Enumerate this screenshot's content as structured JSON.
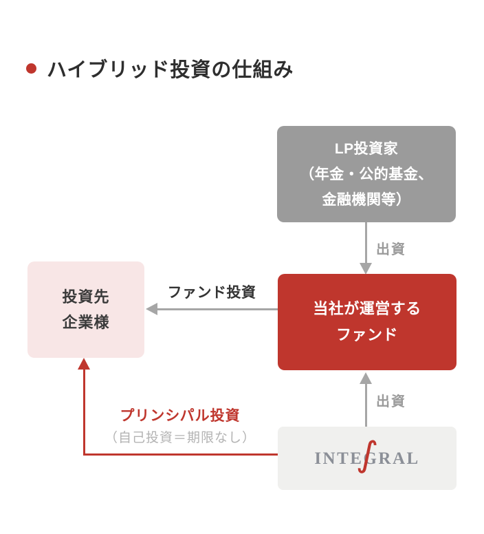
{
  "title": {
    "text": "ハイブリッド投資の仕組み"
  },
  "colors": {
    "brand_red": "#bf362d",
    "box_gray": "#9b9b9b",
    "box_pink": "#f8e6e6",
    "box_light_gray": "#f0f0ee",
    "arrow_gray": "#a6a6a6",
    "logo_gray": "#8b8f97"
  },
  "icons": {
    "title_bullet": "filled-circle",
    "integral_logo_mark": "∫"
  },
  "boxes": {
    "lp": {
      "lines": [
        "LP投資家",
        "（年金・公的基金、",
        "金融機関等）"
      ]
    },
    "fund": {
      "lines": [
        "当社が運営する",
        "ファンド"
      ]
    },
    "portfolio": {
      "lines": [
        "投資先",
        "企業様"
      ]
    },
    "integral": {
      "logo_text": "INTEGRAL"
    }
  },
  "arrows": {
    "lp_to_fund": {
      "label": "出資"
    },
    "fund_to_portfolio": {
      "label": "ファンド投資"
    },
    "integral_to_fund": {
      "label": "出資"
    },
    "integral_to_portfolio": {
      "label": "プリンシパル投資",
      "note": "（自己投資＝期限なし）"
    }
  }
}
